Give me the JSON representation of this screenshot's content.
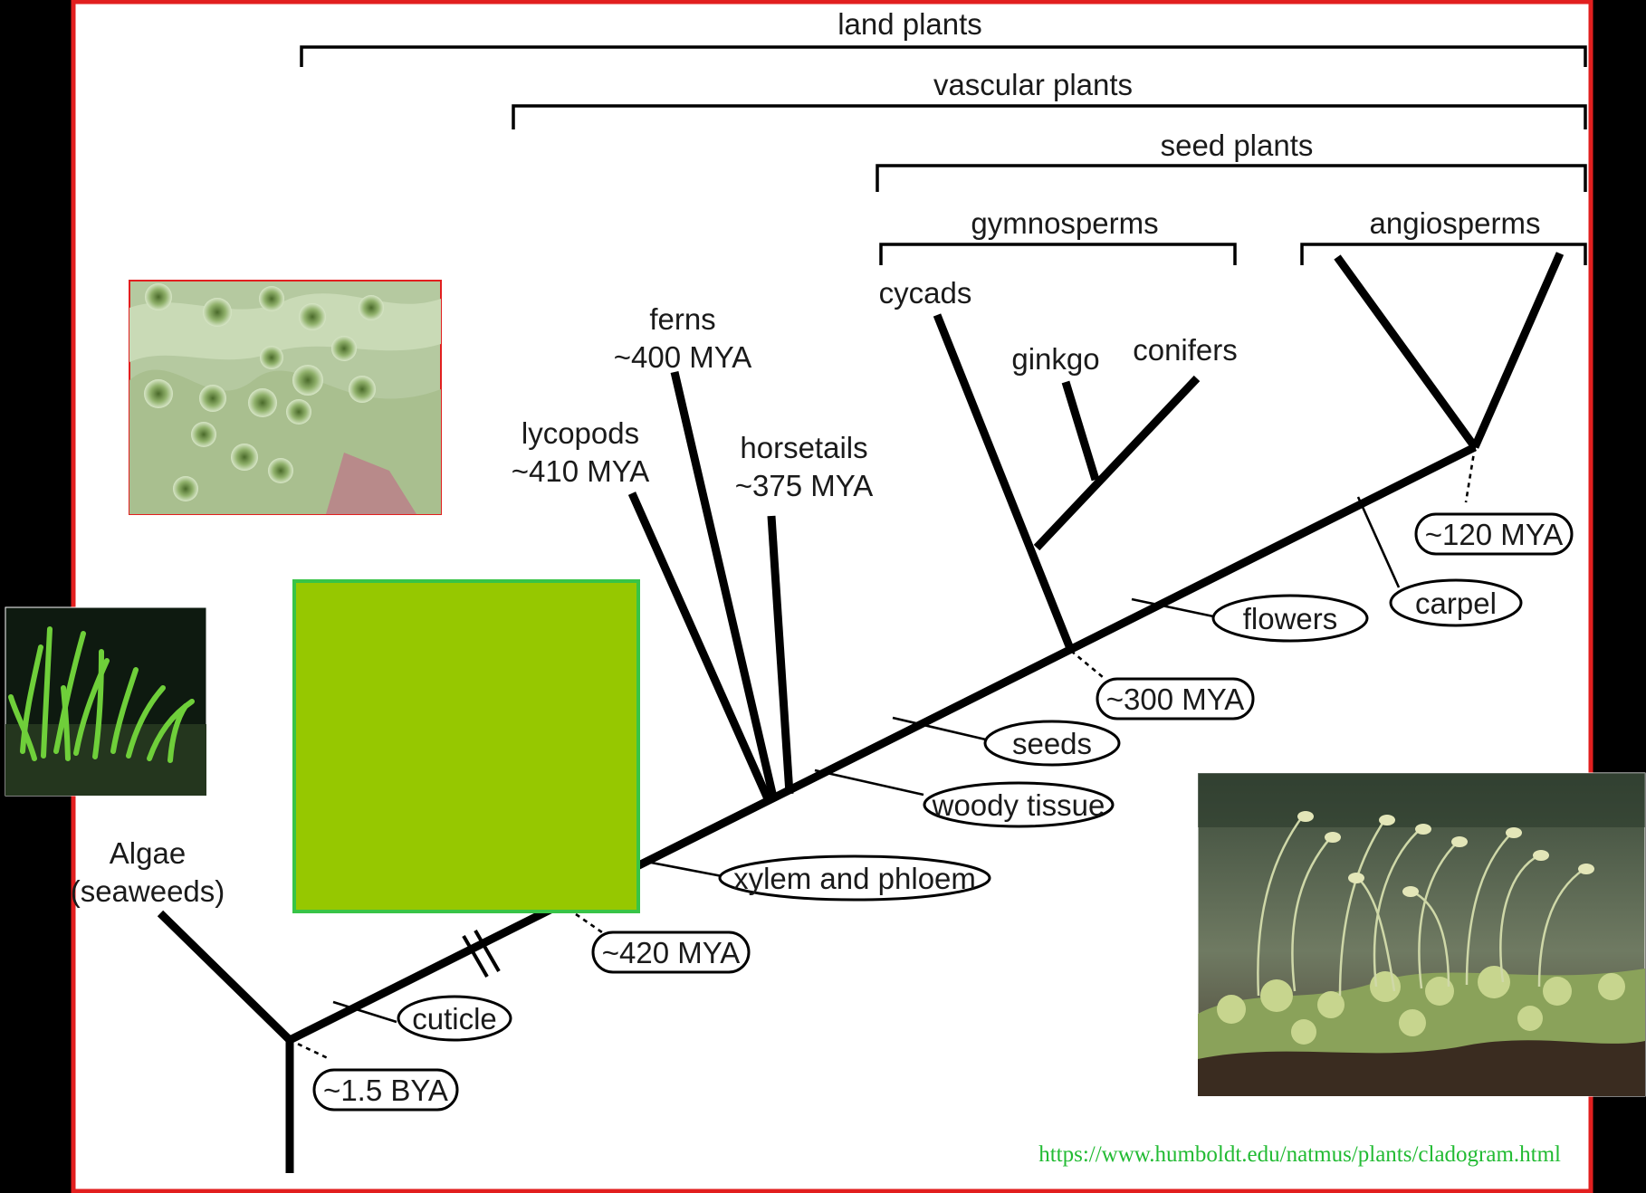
{
  "clades": {
    "land_plants": "land plants",
    "vascular_plants": "vascular plants",
    "seed_plants": "seed plants",
    "gymnosperms": "gymnosperms",
    "angiosperms": "angiosperms"
  },
  "taxa": {
    "algae_line1": "Algae",
    "algae_line2": "(seaweeds)",
    "ferns_name": "ferns",
    "ferns_age": "~400 MYA",
    "lycopods_name": "lycopods",
    "lycopods_age": "~410 MYA",
    "horsetails_name": "horsetails",
    "horsetails_age": "~375 MYA",
    "cycads": "cycads",
    "ginkgo": "ginkgo",
    "conifers": "conifers"
  },
  "traits": {
    "cuticle": "cuticle",
    "xylem": "xylem and phloem",
    "woody": "woody tissue",
    "seeds": "seeds",
    "flowers": "flowers",
    "carpel": "carpel"
  },
  "dates": {
    "bya": "~1.5 BYA",
    "mya420": "~420 MYA",
    "mya300": "~300 MYA",
    "mya120": "~120 MYA"
  },
  "source_url": "https://www.humboldt.edu/natmus/plants/cladogram.html",
  "colors": {
    "frame_border": "#e21f1f",
    "cover_box": "#96c800",
    "cover_box_border": "#38c447",
    "url_text": "#22bb33"
  },
  "photos": [
    "liverwort-photo",
    "hornwort-photo",
    "moss-photo"
  ]
}
